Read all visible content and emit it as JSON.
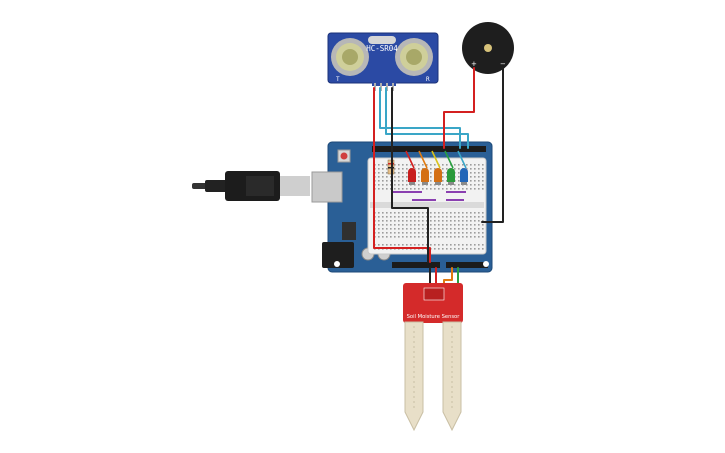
{
  "sensor": {
    "model": "HC-SR04",
    "t_mark": "T",
    "r_mark": "R"
  },
  "buzzer": {
    "plus": "+",
    "minus": "−"
  },
  "soil": {
    "title": "Soil Moisture Sensor"
  },
  "colors": {
    "board": "#2a5f96",
    "board_edge": "#1d4a78",
    "breadboard": "#f2f2f2",
    "soil_pcb": "#d42a2a",
    "prong": "#e8dfc8",
    "wire_red": "#d42020",
    "wire_black": "#222222",
    "wire_cyan": "#3aa6c7",
    "wire_orange": "#e07a10",
    "wire_green": "#28a040",
    "led_red": "#c81e1e",
    "led_orange": "#d46f14",
    "led_yellow": "#c9b214",
    "led_green": "#2a9a3a",
    "led_blue": "#2266b8"
  },
  "leds": [
    "red",
    "orange",
    "orange",
    "green",
    "blue"
  ]
}
